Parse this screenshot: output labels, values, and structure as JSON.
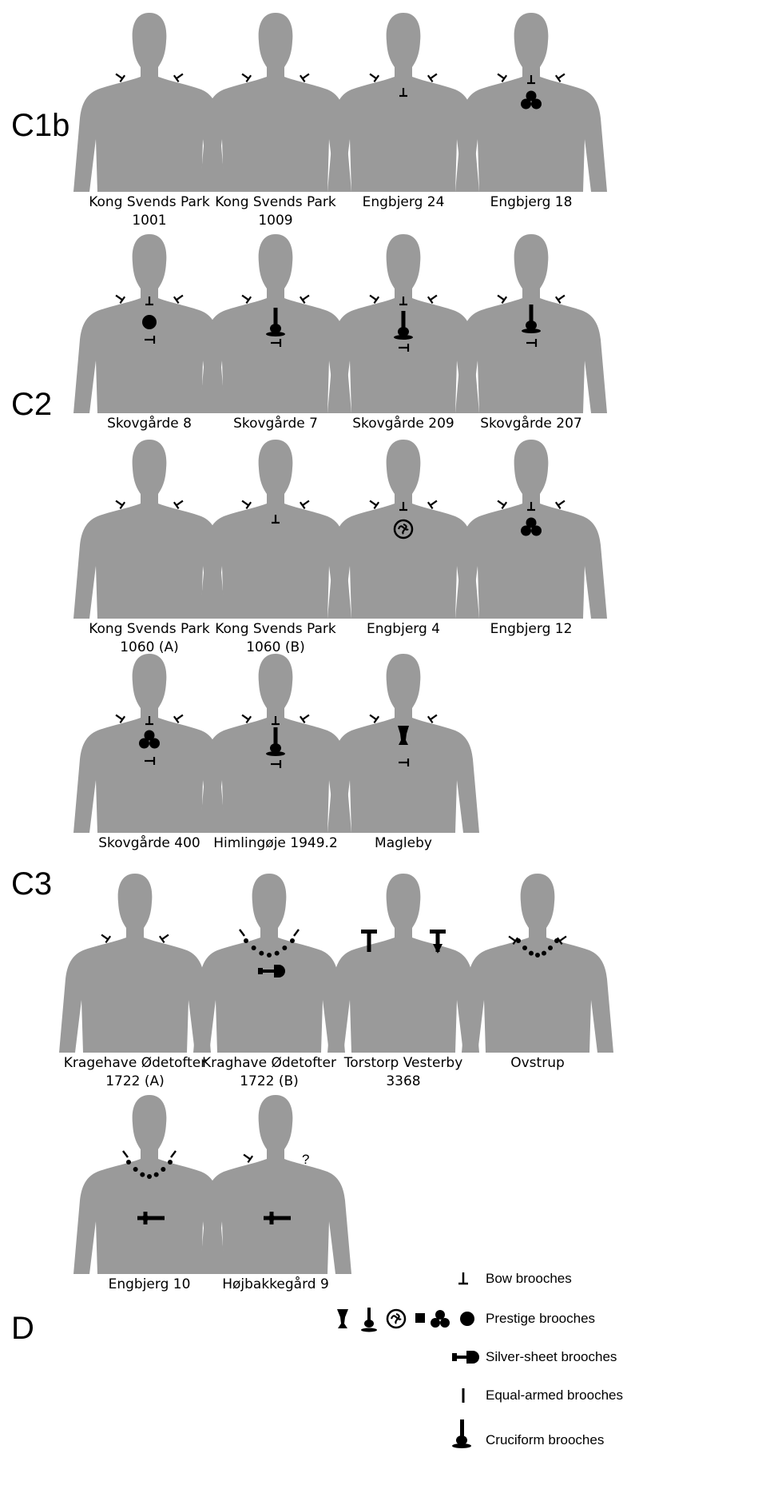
{
  "periods": [
    "C1b",
    "C2",
    "C3",
    "D"
  ],
  "figures": [
    {
      "l1": "Kong Svends Park",
      "l2": "1001"
    },
    {
      "l1": "Kong Svends Park",
      "l2": "1009"
    },
    {
      "l1": "Engbjerg 24",
      "l2": ""
    },
    {
      "l1": "Engbjerg 18",
      "l2": ""
    },
    {
      "l1": "Skovgårde 8",
      "l2": ""
    },
    {
      "l1": "Skovgårde 7",
      "l2": ""
    },
    {
      "l1": "Skovgårde 209",
      "l2": ""
    },
    {
      "l1": "Skovgårde 207",
      "l2": ""
    },
    {
      "l1": "Kong Svends Park",
      "l2": "1060 (A)"
    },
    {
      "l1": "Kong Svends Park",
      "l2": "1060 (B)"
    },
    {
      "l1": "Engbjerg 4",
      "l2": ""
    },
    {
      "l1": "Engbjerg 12",
      "l2": ""
    },
    {
      "l1": "Skovgårde 400",
      "l2": ""
    },
    {
      "l1": "Himlingøje 1949.2",
      "l2": ""
    },
    {
      "l1": "Magleby",
      "l2": ""
    },
    {
      "l1": "Kragehave Ødetofter",
      "l2": "1722 (A)"
    },
    {
      "l1": "Kraghave Ødetofter",
      "l2": "1722 (B)"
    },
    {
      "l1": "Torstorp Vesterby",
      "l2": "3368"
    },
    {
      "l1": "Ovstrup",
      "l2": ""
    },
    {
      "l1": "Engbjerg 10",
      "l2": ""
    },
    {
      "l1": "Højbakkegård 9",
      "l2": ""
    }
  ],
  "question_mark": "?",
  "legend": {
    "bow": "Bow brooches",
    "prestige": "Prestige brooches",
    "silver": "Silver-sheet brooches",
    "equal": "Equal-armed brooches",
    "cruciform": "Cruciform brooches"
  },
  "colors": {
    "figure": "#9a9a9a",
    "symbol": "#000000"
  }
}
